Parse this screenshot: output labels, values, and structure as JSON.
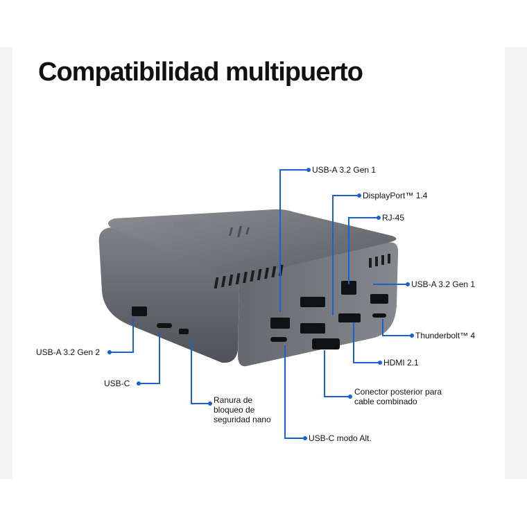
{
  "title": "Compatibilidad multipuerto",
  "accent_color": "#1a5fd6",
  "product": {
    "icon": "hp-logo-icon",
    "body_color": "#6e7276"
  },
  "callouts": [
    {
      "id": "usb-a-top-left",
      "label": "USB-A 3.2 Gen 1"
    },
    {
      "id": "displayport",
      "label": "DisplayPort™ 1.4"
    },
    {
      "id": "rj45",
      "label": "RJ-45"
    },
    {
      "id": "usb-a-right",
      "label": "USB-A 3.2 Gen 1"
    },
    {
      "id": "thunderbolt",
      "label": "Thunderbolt™ 4"
    },
    {
      "id": "hdmi",
      "label": "HDMI 2.1"
    },
    {
      "id": "combo-connector",
      "label": "Conector posterior para cable combinado"
    },
    {
      "id": "usb-c-alt",
      "label": "USB-C modo Alt."
    },
    {
      "id": "usb-a-gen2",
      "label": "USB-A 3.2 Gen 2"
    },
    {
      "id": "usb-c",
      "label": "USB-C"
    },
    {
      "id": "nano-lock",
      "label": "Ranura de bloqueo de seguridad nano"
    }
  ]
}
